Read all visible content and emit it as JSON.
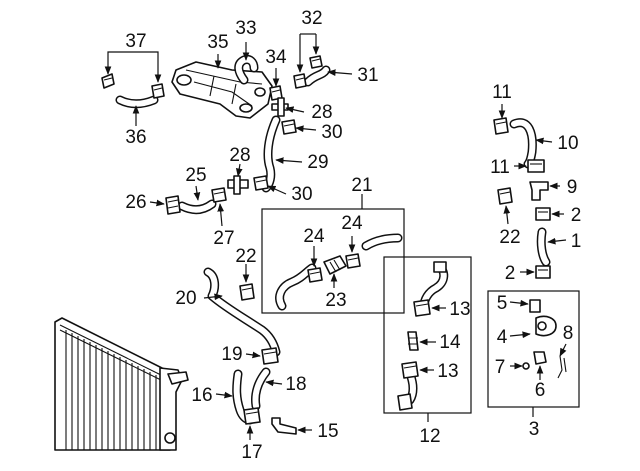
{
  "callouts": {
    "c1": "1",
    "c2a": "2",
    "c2b": "2",
    "c3": "3",
    "c4": "4",
    "c5": "5",
    "c6": "6",
    "c7": "7",
    "c8": "8",
    "c9": "9",
    "c10": "10",
    "c11a": "11",
    "c11b": "11",
    "c12": "12",
    "c13a": "13",
    "c13b": "13",
    "c14": "14",
    "c15": "15",
    "c16": "16",
    "c17": "17",
    "c18": "18",
    "c19": "19",
    "c20": "20",
    "c21": "21",
    "c22a": "22",
    "c22b": "22",
    "c23": "23",
    "c24a": "24",
    "c24b": "24",
    "c25": "25",
    "c26": "26",
    "c27": "27",
    "c28a": "28",
    "c28b": "28",
    "c29": "29",
    "c30a": "30",
    "c30b": "30",
    "c31": "31",
    "c32": "32",
    "c33": "33",
    "c34": "34",
    "c35": "35",
    "c36": "36",
    "c37": "37"
  }
}
